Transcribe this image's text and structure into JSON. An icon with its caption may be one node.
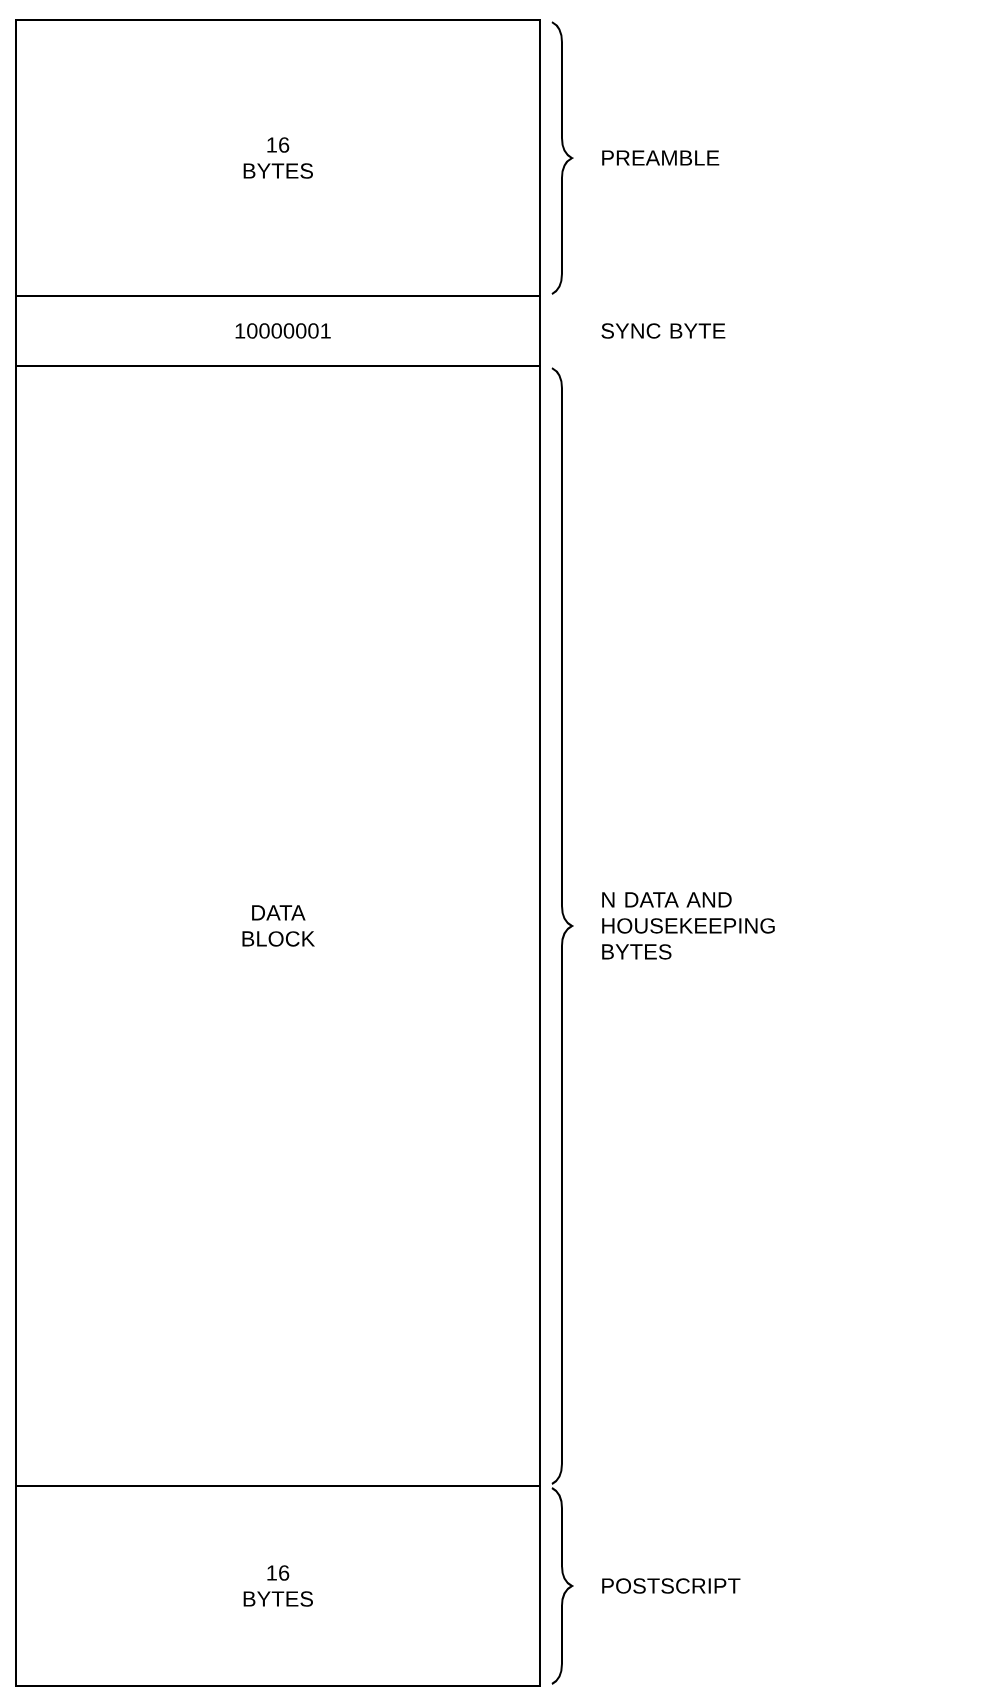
{
  "diagram": {
    "nodes": [
      {
        "text": [
          "16 BYTES"
        ],
        "beside": [
          "PREAMBLE"
        ]
      },
      {
        "text": [
          "10000001"
        ],
        "beside": [
          "SYNC BYTE"
        ]
      },
      {
        "text": [
          "DATA BLOCK"
        ],
        "beside": [
          "N DATA AND HOUSEKEEPING BYTES"
        ]
      },
      {
        "text": [
          "16 BYTES"
        ],
        "beside": [
          "POSTSCRIPT"
        ]
      }
    ]
  }
}
